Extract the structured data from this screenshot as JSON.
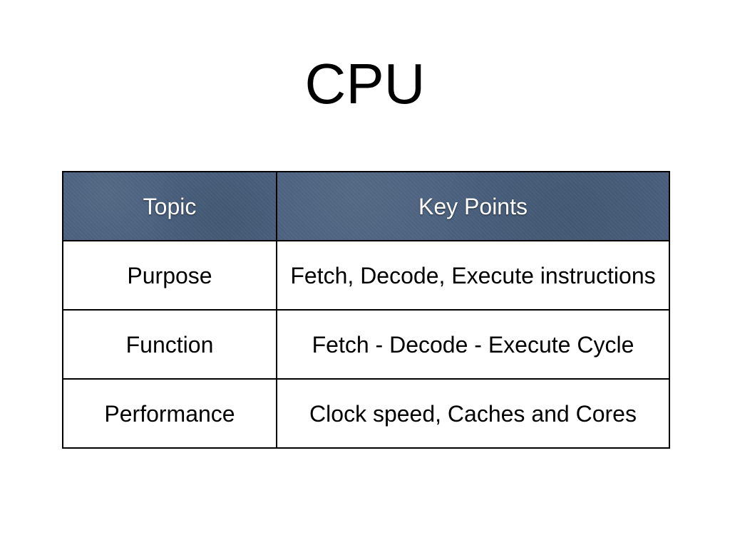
{
  "slide": {
    "title": "CPU"
  },
  "table": {
    "headers": {
      "topic": "Topic",
      "key_points": "Key Points"
    },
    "rows": [
      {
        "topic": "Purpose",
        "key_points": "Fetch, Decode, Execute instructions"
      },
      {
        "topic": "Function",
        "key_points": "Fetch - Decode - Execute Cycle"
      },
      {
        "topic": "Performance",
        "key_points": "Clock speed, Caches and Cores"
      }
    ]
  },
  "colors": {
    "header_background": "#4a607e",
    "header_text": "#ffffff",
    "border": "#000000"
  }
}
